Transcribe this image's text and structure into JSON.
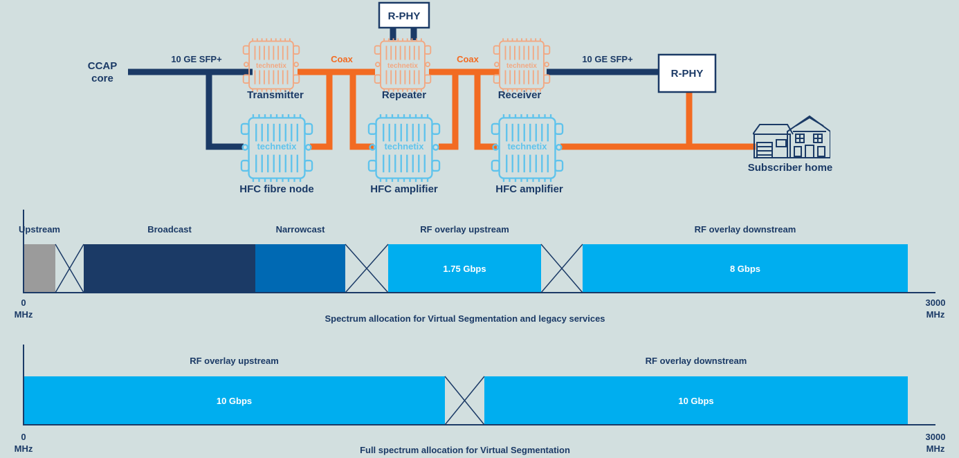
{
  "colors": {
    "background": "#d2dfdf",
    "navy": "#1b3a66",
    "fibre": "#1b3a66",
    "coax": "#f26b22",
    "node_outline_orange": "#f2a882",
    "node_outline_blue": "#5fc3ec",
    "upstream_grey": "#9b9b9b",
    "broadcast": "#1b3a66",
    "narrowcast": "#0069b3",
    "overlay": "#00aeef"
  },
  "topology": {
    "ccap_core": "CCAP\ncore",
    "fibre_label_left": "10 GE SFP+",
    "fibre_label_right": "10 GE SFP+",
    "coax_label_1": "Coax",
    "coax_label_2": "Coax",
    "transmitter": "Transmitter",
    "repeater": "Repeater",
    "receiver": "Receiver",
    "rphy_top": "R-PHY",
    "rphy_right": "R-PHY",
    "hfc_fibre_node": "HFC fibre node",
    "hfc_amplifier_1": "HFC amplifier",
    "hfc_amplifier_2": "HFC amplifier",
    "subscriber_home": "Subscriber home",
    "device_logo": "technetix",
    "icon_names": [
      "amplifier-housing-icon",
      "house-icon",
      "guard-band-cross-icon"
    ]
  },
  "spectrum_1": {
    "caption": "Spectrum allocation for Virtual Segmentation and legacy services",
    "axis_min": "0\nMHz",
    "axis_max": "3000\nMHz",
    "bands": [
      {
        "label": "Upstream",
        "value": "",
        "type": "upstream"
      },
      {
        "label": "",
        "value": "",
        "type": "guard"
      },
      {
        "label": "Broadcast",
        "value": "",
        "type": "broadcast"
      },
      {
        "label": "Narrowcast",
        "value": "",
        "type": "narrowcast"
      },
      {
        "label": "",
        "value": "",
        "type": "guard"
      },
      {
        "label": "RF overlay upstream",
        "value": "1.75 Gbps",
        "type": "overlay"
      },
      {
        "label": "",
        "value": "",
        "type": "guard"
      },
      {
        "label": "RF overlay downstream",
        "value": "8 Gbps",
        "type": "overlay"
      }
    ]
  },
  "spectrum_2": {
    "caption": "Full spectrum allocation for Virtual Segmentation",
    "axis_min": "0\nMHz",
    "axis_max": "3000\nMHz",
    "bands": [
      {
        "label": "RF overlay upstream",
        "value": "10 Gbps",
        "type": "overlay"
      },
      {
        "label": "",
        "value": "",
        "type": "guard"
      },
      {
        "label": "RF overlay downstream",
        "value": "10 Gbps",
        "type": "overlay"
      }
    ]
  }
}
